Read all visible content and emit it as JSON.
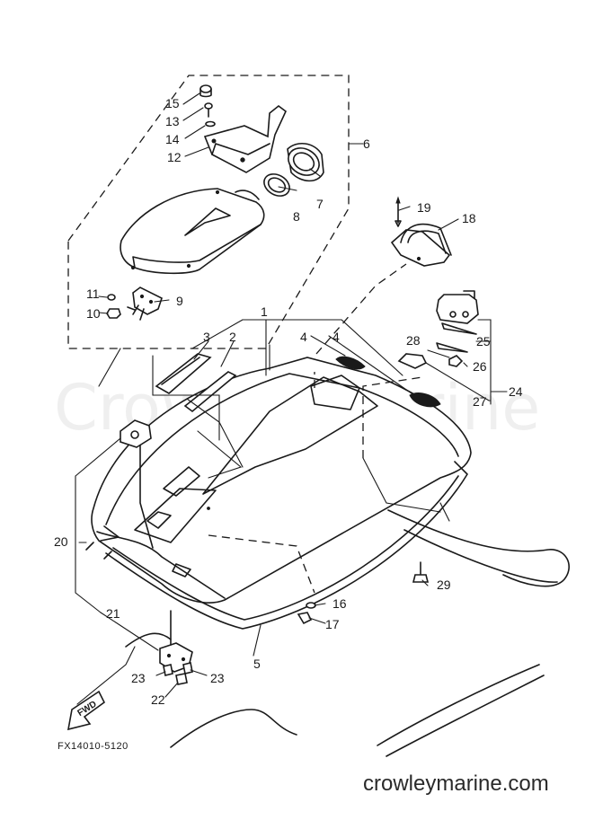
{
  "diagram": {
    "code": "FX14010-5120",
    "watermark": "Crowley Marine",
    "website": "crowleymarine.com",
    "fwd_label": "FWD",
    "callouts": [
      {
        "id": "c1",
        "label": "1"
      },
      {
        "id": "c2",
        "label": "2"
      },
      {
        "id": "c3",
        "label": "3"
      },
      {
        "id": "c4a",
        "label": "4"
      },
      {
        "id": "c4b",
        "label": "4"
      },
      {
        "id": "c5",
        "label": "5"
      },
      {
        "id": "c6",
        "label": "6"
      },
      {
        "id": "c7",
        "label": "7"
      },
      {
        "id": "c8",
        "label": "8"
      },
      {
        "id": "c9",
        "label": "9"
      },
      {
        "id": "c10",
        "label": "10"
      },
      {
        "id": "c11",
        "label": "11"
      },
      {
        "id": "c12",
        "label": "12"
      },
      {
        "id": "c13",
        "label": "13"
      },
      {
        "id": "c14",
        "label": "14"
      },
      {
        "id": "c15",
        "label": "15"
      },
      {
        "id": "c16",
        "label": "16"
      },
      {
        "id": "c17",
        "label": "17"
      },
      {
        "id": "c18",
        "label": "18"
      },
      {
        "id": "c19",
        "label": "19"
      },
      {
        "id": "c20",
        "label": "20"
      },
      {
        "id": "c21",
        "label": "21"
      },
      {
        "id": "c22",
        "label": "22"
      },
      {
        "id": "c23a",
        "label": "23"
      },
      {
        "id": "c23b",
        "label": "23"
      },
      {
        "id": "c24",
        "label": "24"
      },
      {
        "id": "c25",
        "label": "25"
      },
      {
        "id": "c26",
        "label": "26"
      },
      {
        "id": "c27",
        "label": "27"
      },
      {
        "id": "c28",
        "label": "28"
      },
      {
        "id": "c29",
        "label": "29"
      }
    ]
  }
}
